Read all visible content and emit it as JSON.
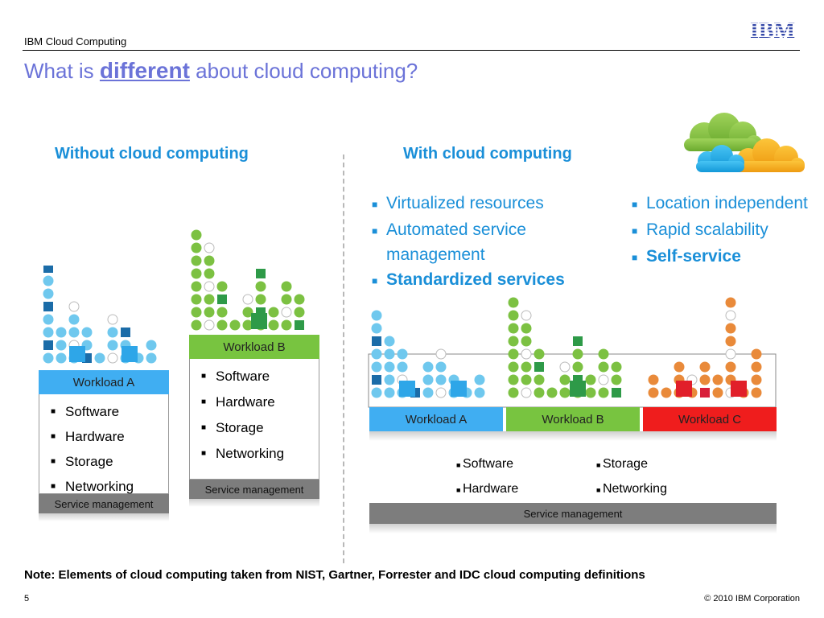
{
  "header": {
    "section": "IBM Cloud Computing",
    "logo": "IBM"
  },
  "title": {
    "prefix": "What is",
    "emphasis": "different",
    "suffix": "about cloud computing?"
  },
  "left": {
    "heading": "Without cloud computing",
    "workload_a": {
      "label": "Workload A",
      "items": [
        "Software",
        "Hardware",
        "Storage",
        "Networking"
      ],
      "service": "Service management"
    },
    "workload_b": {
      "label": "Workload B",
      "items": [
        "Software",
        "Hardware",
        "Storage",
        "Networking"
      ],
      "service": "Service management"
    }
  },
  "right": {
    "heading": "With cloud computing",
    "bullets_col1": [
      "Virtualized resources",
      "Automated service management",
      "Standardized services"
    ],
    "bullets_col2": [
      "Location independent",
      "Rapid scalability",
      "Self-service"
    ],
    "workloads": [
      "Workload A",
      "Workload B",
      "Workload C"
    ],
    "items_col1": [
      "Software",
      "Hardware"
    ],
    "items_col2": [
      "Storage",
      "Networking"
    ],
    "service": "Service management"
  },
  "note": "Note: Elements of cloud computing taken from NIST, Gartner, Forrester and IDC cloud computing definitions",
  "footer": {
    "page": "5",
    "copyright": "© 2010 IBM Corporation"
  },
  "colors": {
    "blue": "#5bc0ee",
    "green": "#7dc142",
    "red": "#e8191f",
    "orange": "#f4a91c",
    "title": "#6b73d8",
    "heading": "#1a8fd8"
  }
}
